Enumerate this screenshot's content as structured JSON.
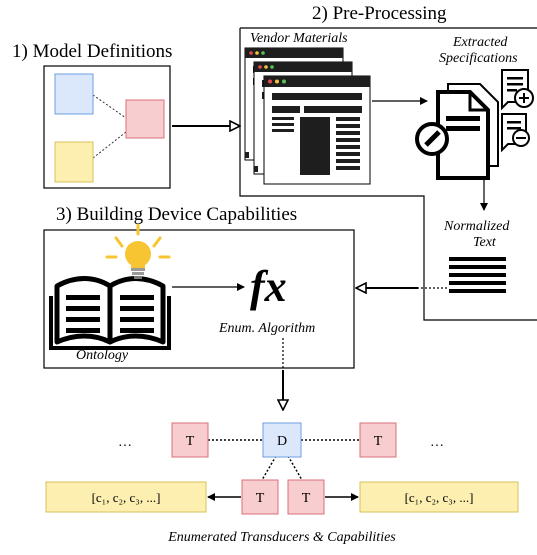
{
  "sections": {
    "model_definitions": "1) Model Definitions",
    "pre_processing": "2) Pre-Processing",
    "building_capabilities": "3) Building Device Capabilities"
  },
  "labels": {
    "vendor_materials": "Vendor Materials",
    "extracted_line1": "Extracted",
    "extracted_line2": "Specifications",
    "normalized_line1": "Normalized",
    "normalized_line2": "Text",
    "fx": "fx",
    "enum_algorithm": "Enum. Algorithm",
    "ontology": "Ontology",
    "caption": "Enumerated Transducers & Capabilities"
  },
  "nodes": {
    "transducer": "T",
    "device": "D",
    "ellipsis": "…"
  },
  "capability_lists": [
    "[c₁, c₂, c₃, ...]",
    "[c₁, c₂, c₃, ...]"
  ],
  "colors": {
    "blue": "#dbe8fb",
    "blue_stroke": "#6d9ee0",
    "pink": "#f7cdcf",
    "pink_stroke": "#d9707a",
    "yellow": "#fdefb0",
    "yellow_stroke": "#d8c25a",
    "bulb": "#f6c531"
  },
  "icons": [
    "document-window-icon",
    "document-edit-icon",
    "add-doc-icon",
    "remove-doc-icon",
    "text-lines-icon",
    "book-icon",
    "lightbulb-icon"
  ]
}
